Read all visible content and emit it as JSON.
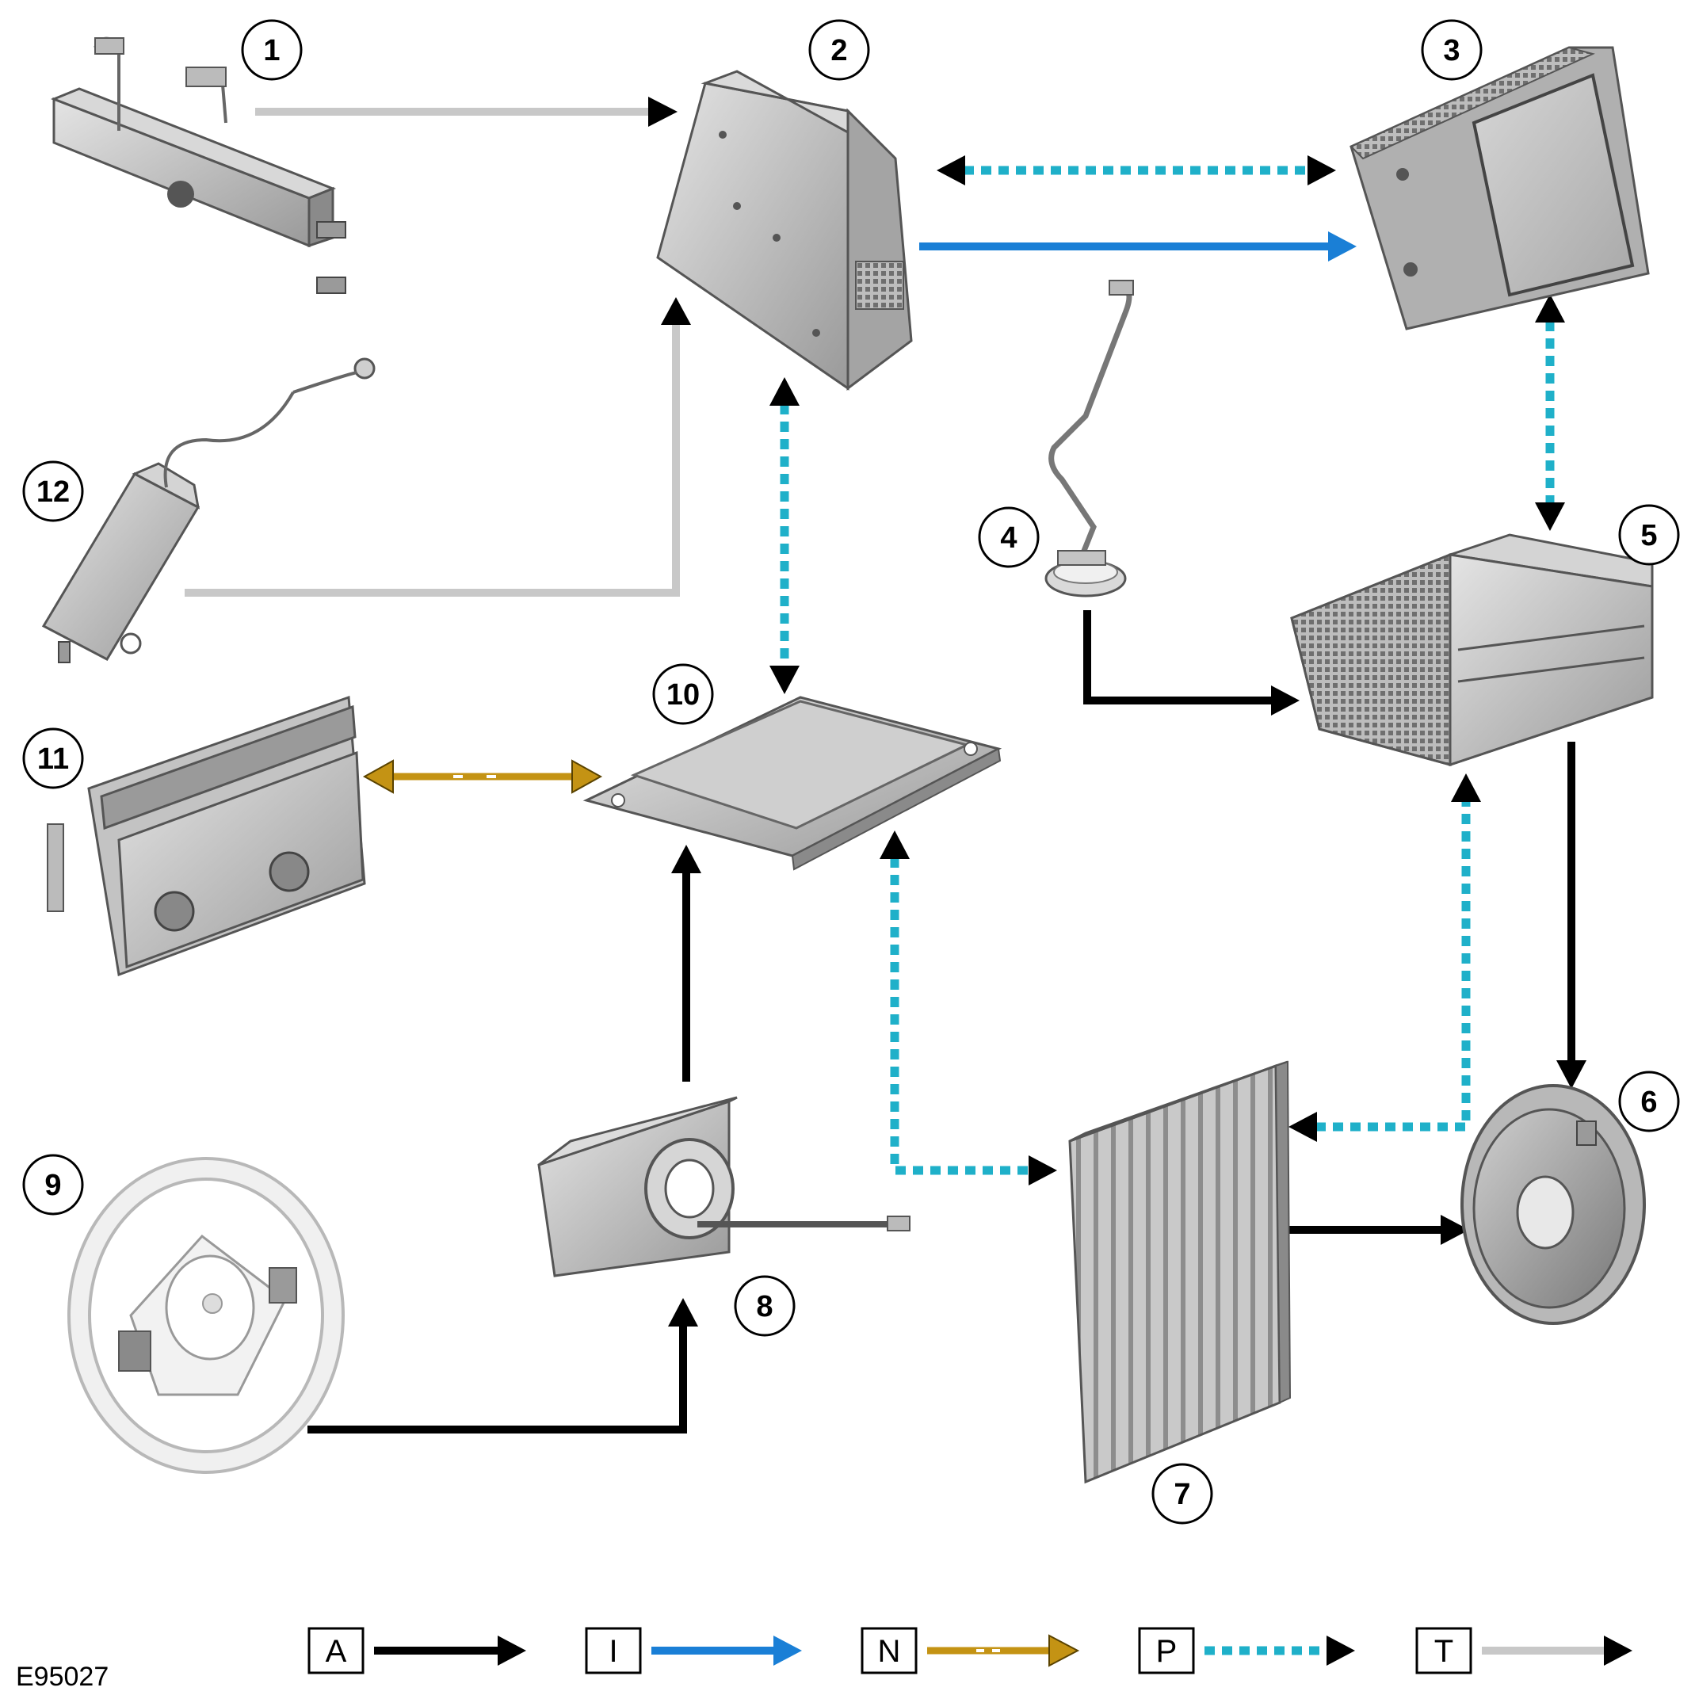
{
  "components": [
    {
      "id": "1",
      "label": "1"
    },
    {
      "id": "2",
      "label": "2"
    },
    {
      "id": "3",
      "label": "3"
    },
    {
      "id": "4",
      "label": "4"
    },
    {
      "id": "5",
      "label": "5"
    },
    {
      "id": "6",
      "label": "6"
    },
    {
      "id": "7",
      "label": "7"
    },
    {
      "id": "8",
      "label": "8"
    },
    {
      "id": "9",
      "label": "9"
    },
    {
      "id": "10",
      "label": "10"
    },
    {
      "id": "11",
      "label": "11"
    },
    {
      "id": "12",
      "label": "12"
    }
  ],
  "legend": [
    {
      "key": "A",
      "color": "#000000",
      "style": "solid"
    },
    {
      "key": "I",
      "color": "#1a7fd6",
      "style": "solid"
    },
    {
      "key": "N",
      "color": "#c49314",
      "style": "striped"
    },
    {
      "key": "P",
      "color": "#1fb0c9",
      "style": "dotted"
    },
    {
      "key": "T",
      "color": "#c8c8c8",
      "style": "solid"
    }
  ],
  "reference": "E95027",
  "connections": [
    {
      "from": "1",
      "to": "2",
      "type": "T"
    },
    {
      "from": "12",
      "to": "2",
      "type": "T"
    },
    {
      "from": "2",
      "to": "3",
      "type": "P",
      "bidirectional": true
    },
    {
      "from": "2",
      "to": "3",
      "type": "I"
    },
    {
      "from": "2",
      "to": "10",
      "type": "P",
      "bidirectional": true
    },
    {
      "from": "3",
      "to": "5",
      "type": "P",
      "bidirectional": true
    },
    {
      "from": "4",
      "to": "5",
      "type": "A"
    },
    {
      "from": "11",
      "to": "10",
      "type": "N",
      "bidirectional": true
    },
    {
      "from": "8",
      "to": "10",
      "type": "A"
    },
    {
      "from": "9",
      "to": "8",
      "type": "A"
    },
    {
      "from": "10",
      "to": "7",
      "type": "P",
      "bidirectional": true
    },
    {
      "from": "7",
      "to": "5",
      "type": "P",
      "bidirectional": true
    },
    {
      "from": "5",
      "to": "6",
      "type": "A"
    },
    {
      "from": "7",
      "to": "6",
      "type": "A"
    }
  ]
}
